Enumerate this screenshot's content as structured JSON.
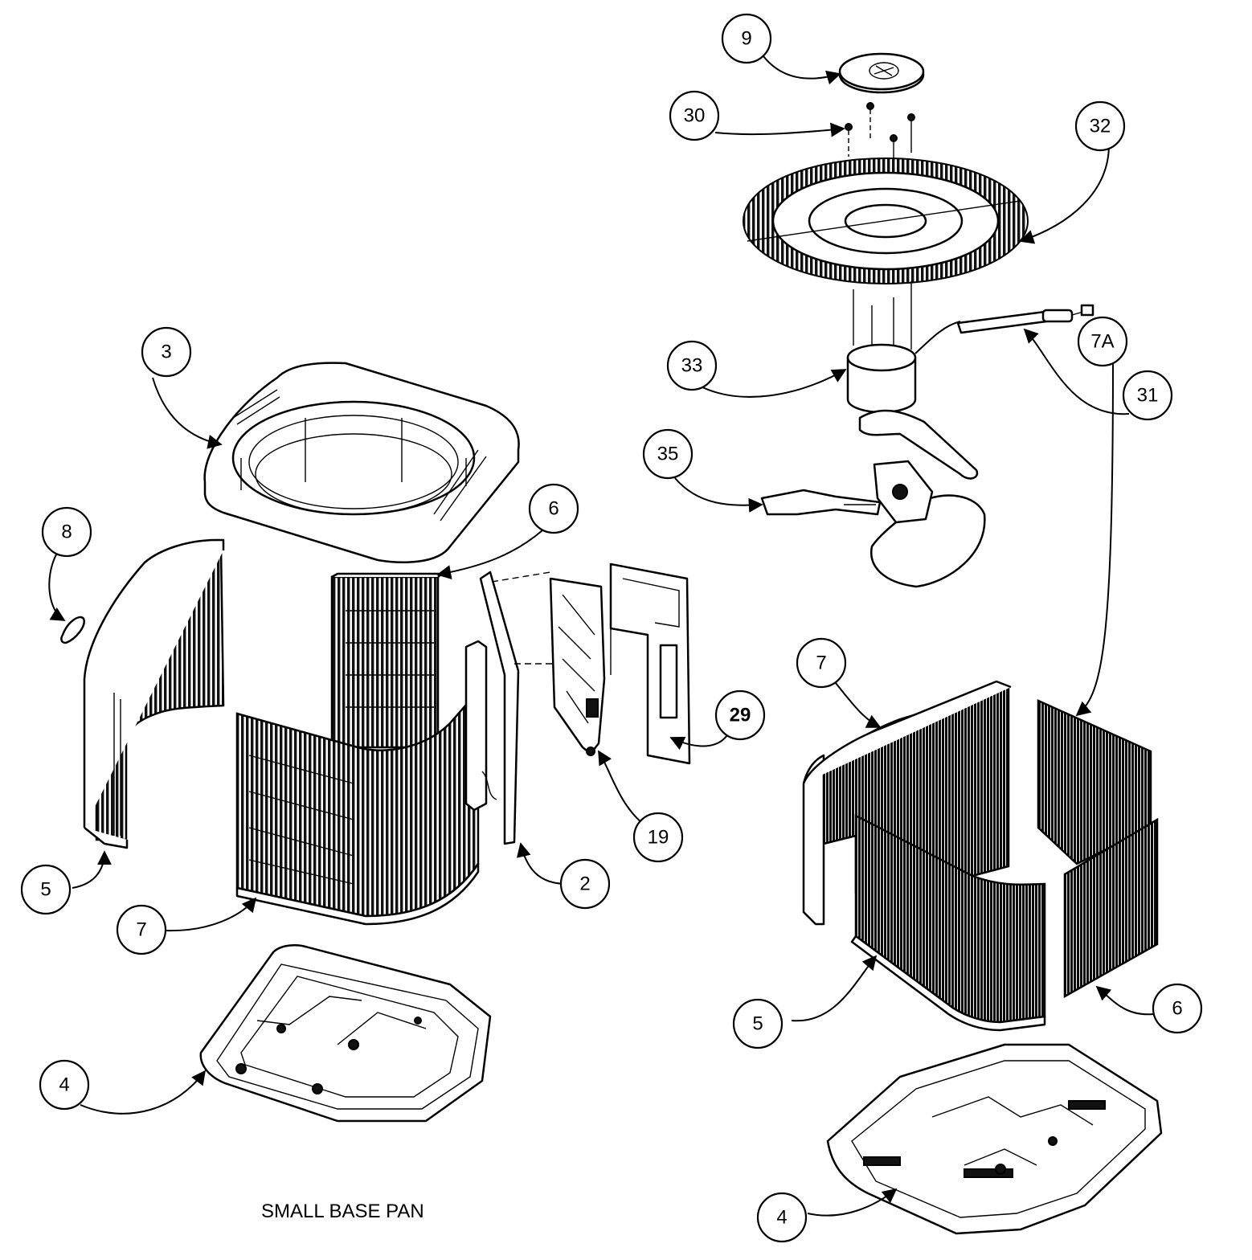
{
  "diagram": {
    "caption": "SMALL BASE PAN",
    "callouts": {
      "c9": "9",
      "c30": "30",
      "c32": "32",
      "c33": "33",
      "c31": "31",
      "c35": "35",
      "c3": "3",
      "c8": "8",
      "c6_left": "6",
      "c29": "29",
      "c19": "19",
      "c2": "2",
      "c5_left": "5",
      "c7_left": "7",
      "c4_left": "4",
      "c7A": "7A",
      "c7_right": "7",
      "c5_right": "5",
      "c6_right": "6",
      "c4_right": "4"
    }
  }
}
